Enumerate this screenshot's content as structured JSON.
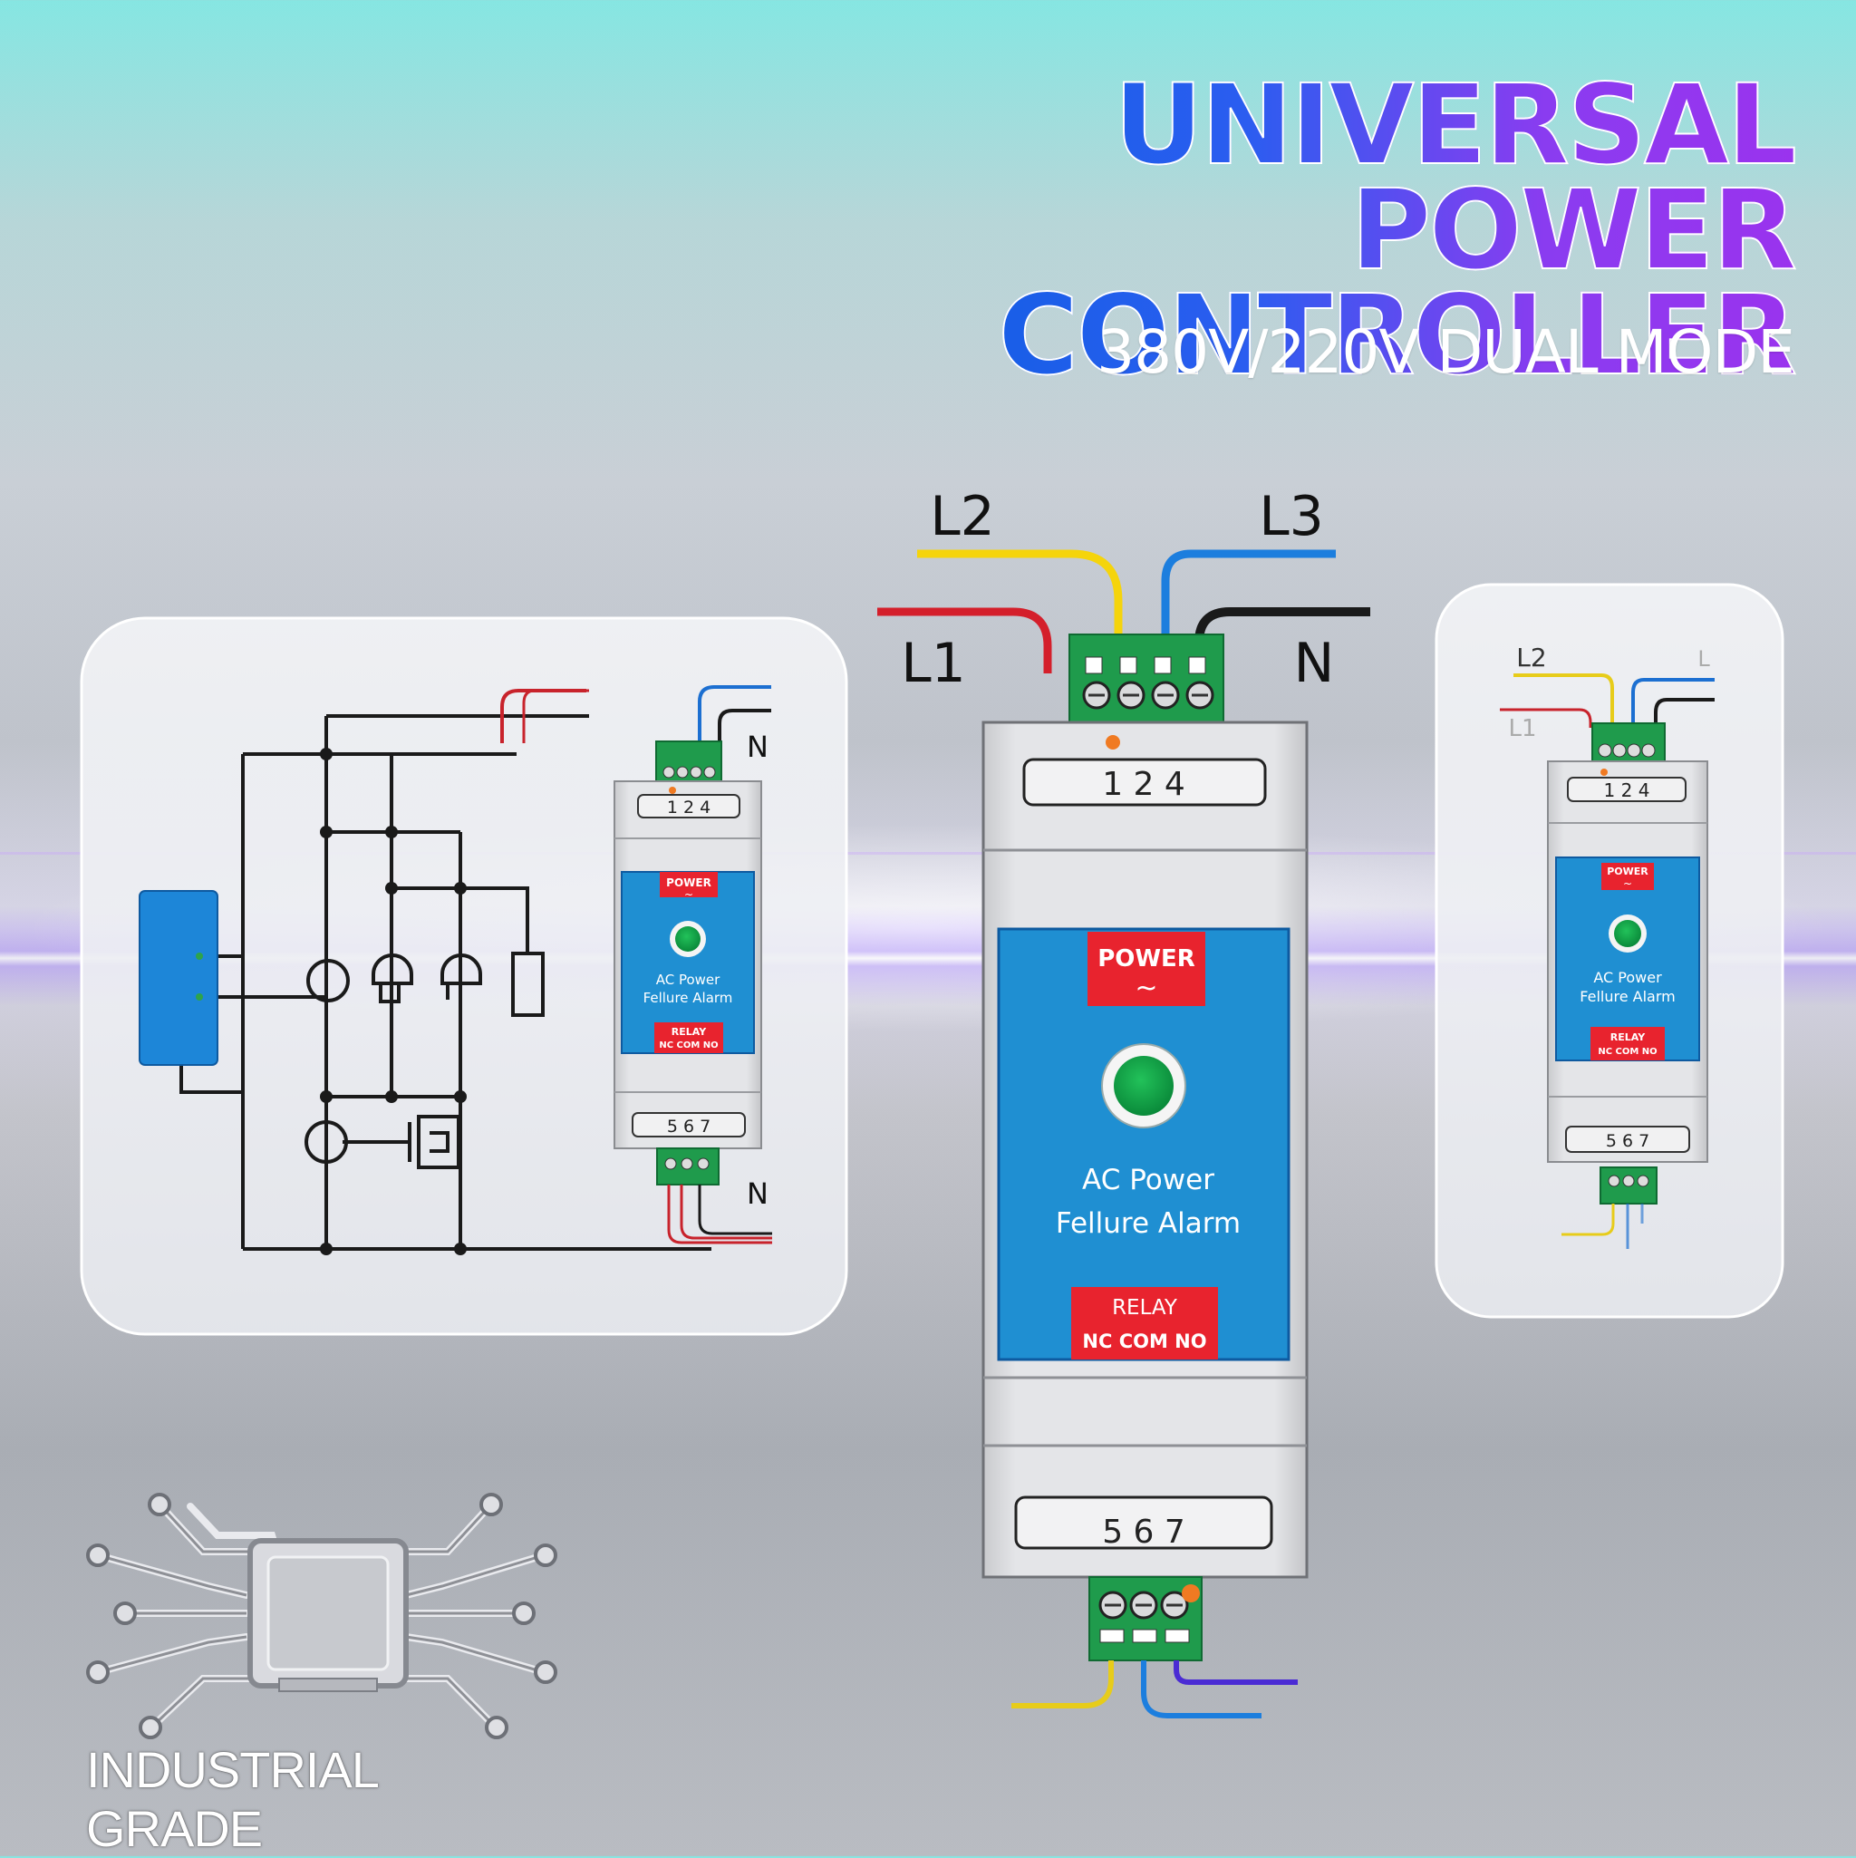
{
  "header": {
    "title_line1": "UNIVERSAL POWER",
    "title_line2": "CONTROLLER",
    "subtitle": "380V/220V DUAL MODE"
  },
  "main_device": {
    "wire_labels": {
      "l1": "L1",
      "l2": "L2",
      "l3": "L3",
      "n": "N"
    },
    "top_terminals": "1 2 4",
    "bottom_terminals": "5 6 7",
    "power_label": "POWER",
    "power_symbol": "~",
    "product_line1": "AC Power",
    "product_line2": "Fellure Alarm",
    "relay_label": "RELAY",
    "relay_contacts": "NC COM NO",
    "colors": {
      "body_grey": "#dcdde0",
      "panel_blue": "#1f8fd2",
      "label_red": "#e8232e",
      "terminal_green": "#1f9b4c",
      "led_green": "#12a345"
    }
  },
  "left_panel": {
    "top_n": "N",
    "bottom_n": "N",
    "top_terminals": "1 2 4",
    "bottom_terminals": "5 6 7",
    "power_label": "POWER",
    "power_symbol": "~",
    "product_line1": "AC Power",
    "product_line2": "Fellure Alarm",
    "relay_label": "RELAY",
    "relay_contacts": "NC COM NO"
  },
  "right_panel": {
    "label_l2": "L2",
    "label_l": "L",
    "label_l1": "L1",
    "top_terminals": "1 2 4",
    "bottom_terminals": "5 6 7",
    "power_label": "POWER",
    "power_symbol": "~",
    "product_line1": "AC Power",
    "product_line2": "Fellure Alarm",
    "relay_label": "RELAY",
    "relay_contacts": "NC COM NO"
  },
  "badge": {
    "icon": "chip-icon",
    "label": "INDUSTRIAL GRADE"
  }
}
